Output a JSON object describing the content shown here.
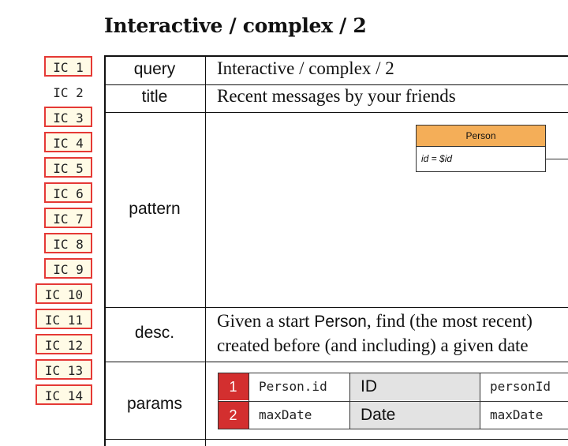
{
  "page": {
    "heading": "Interactive / complex / 2"
  },
  "nav": {
    "items": [
      {
        "label": "IC 1",
        "highlighted": true
      },
      {
        "label": "IC 2",
        "highlighted": false
      },
      {
        "label": "IC 3",
        "highlighted": true
      },
      {
        "label": "IC 4",
        "highlighted": true
      },
      {
        "label": "IC 5",
        "highlighted": true
      },
      {
        "label": "IC 6",
        "highlighted": true
      },
      {
        "label": "IC 7",
        "highlighted": true
      },
      {
        "label": "IC 8",
        "highlighted": true
      },
      {
        "label": "IC 9",
        "highlighted": true
      },
      {
        "label": "IC 10",
        "highlighted": true
      },
      {
        "label": "IC 11",
        "highlighted": true
      },
      {
        "label": "IC 12",
        "highlighted": true
      },
      {
        "label": "IC 13",
        "highlighted": true
      },
      {
        "label": "IC 14",
        "highlighted": true
      }
    ],
    "highlight_border_color": "#e53935",
    "highlight_fill_color": "#fffbe6"
  },
  "table": {
    "query_key": "query",
    "query_value": "Interactive / complex / 2",
    "title_key": "title",
    "title_value": "Recent messages by your friends",
    "pattern_key": "pattern",
    "desc_key": "desc.",
    "desc_line1_a": "Given a start ",
    "desc_line1_b": "Person",
    "desc_line1_c": ", find (the most recent) ",
    "desc_line2": "created before (and including) a given date",
    "params_key": "params"
  },
  "pattern": {
    "node_label": "Person",
    "node_property": "id = $id",
    "node_color": "#f4ae58"
  },
  "params": [
    {
      "num": "1",
      "name": "Person.id",
      "type": "ID",
      "variable": "personId"
    },
    {
      "num": "2",
      "name": "maxDate",
      "type": "Date",
      "variable": "maxDate"
    }
  ]
}
